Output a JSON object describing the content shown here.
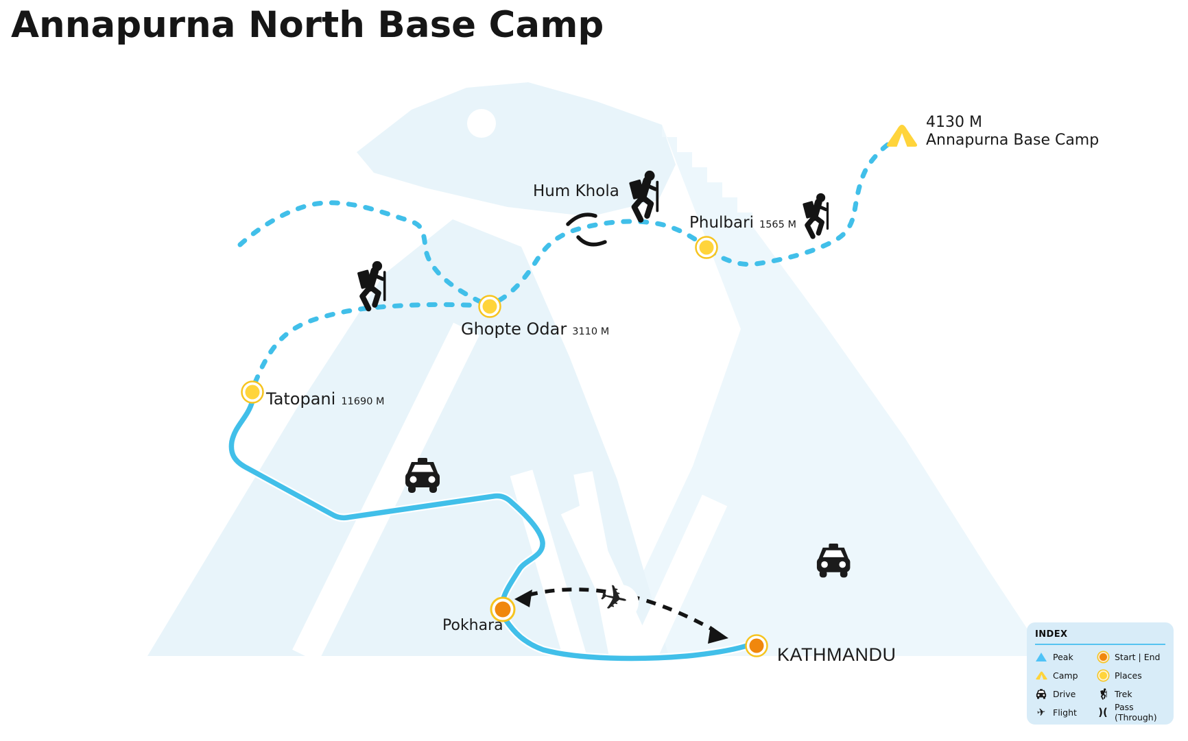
{
  "title": "Annapurna North Base Camp",
  "map": {
    "waypoints": [
      {
        "id": "annapurna-base-camp",
        "elevation": "4130 M",
        "name": "Annapurna Base Camp",
        "type": "camp"
      },
      {
        "id": "hum-khola",
        "name": "Hum Khola",
        "type": "pass-through"
      },
      {
        "id": "phulbari",
        "name": "Phulbari",
        "elevation": "1565 M",
        "type": "place"
      },
      {
        "id": "ghopte-odar",
        "name": "Ghopte Odar",
        "elevation": "3110 M",
        "type": "place"
      },
      {
        "id": "tatopani",
        "name": "Tatopani",
        "elevation": "11690 M",
        "type": "place"
      },
      {
        "id": "pokhara",
        "name": "Pokhara",
        "type": "start-end"
      },
      {
        "id": "kathmandu",
        "name": "KATHMANDU",
        "type": "start-end"
      }
    ]
  },
  "legend": {
    "title": "INDEX",
    "items": [
      {
        "label": "Peak",
        "icon": "peak-triangle"
      },
      {
        "label": "Start | End",
        "icon": "start-end-dot"
      },
      {
        "label": "Camp",
        "icon": "camp-tent"
      },
      {
        "label": "Places",
        "icon": "places-dot"
      },
      {
        "label": "Drive",
        "icon": "taxi"
      },
      {
        "label": "Trek",
        "icon": "hiker"
      },
      {
        "label": "Flight",
        "icon": "plane"
      },
      {
        "label": "Pass (Through)",
        "icon": "pass-arcs"
      }
    ]
  },
  "icons": {
    "flight_glyph": "✈",
    "pass_glyph": ")("
  },
  "colors": {
    "route_cyan": "#41bfe9",
    "place_yellow": "#ffd43b",
    "start_end_orange": "#f0870d",
    "ring_gold": "#f6c41f",
    "peak_blue": "#4fc3f7",
    "legend_bg": "#d8ecf8",
    "silhouette_blue": "#e8f4fa",
    "ink": "#1a1a1a"
  }
}
